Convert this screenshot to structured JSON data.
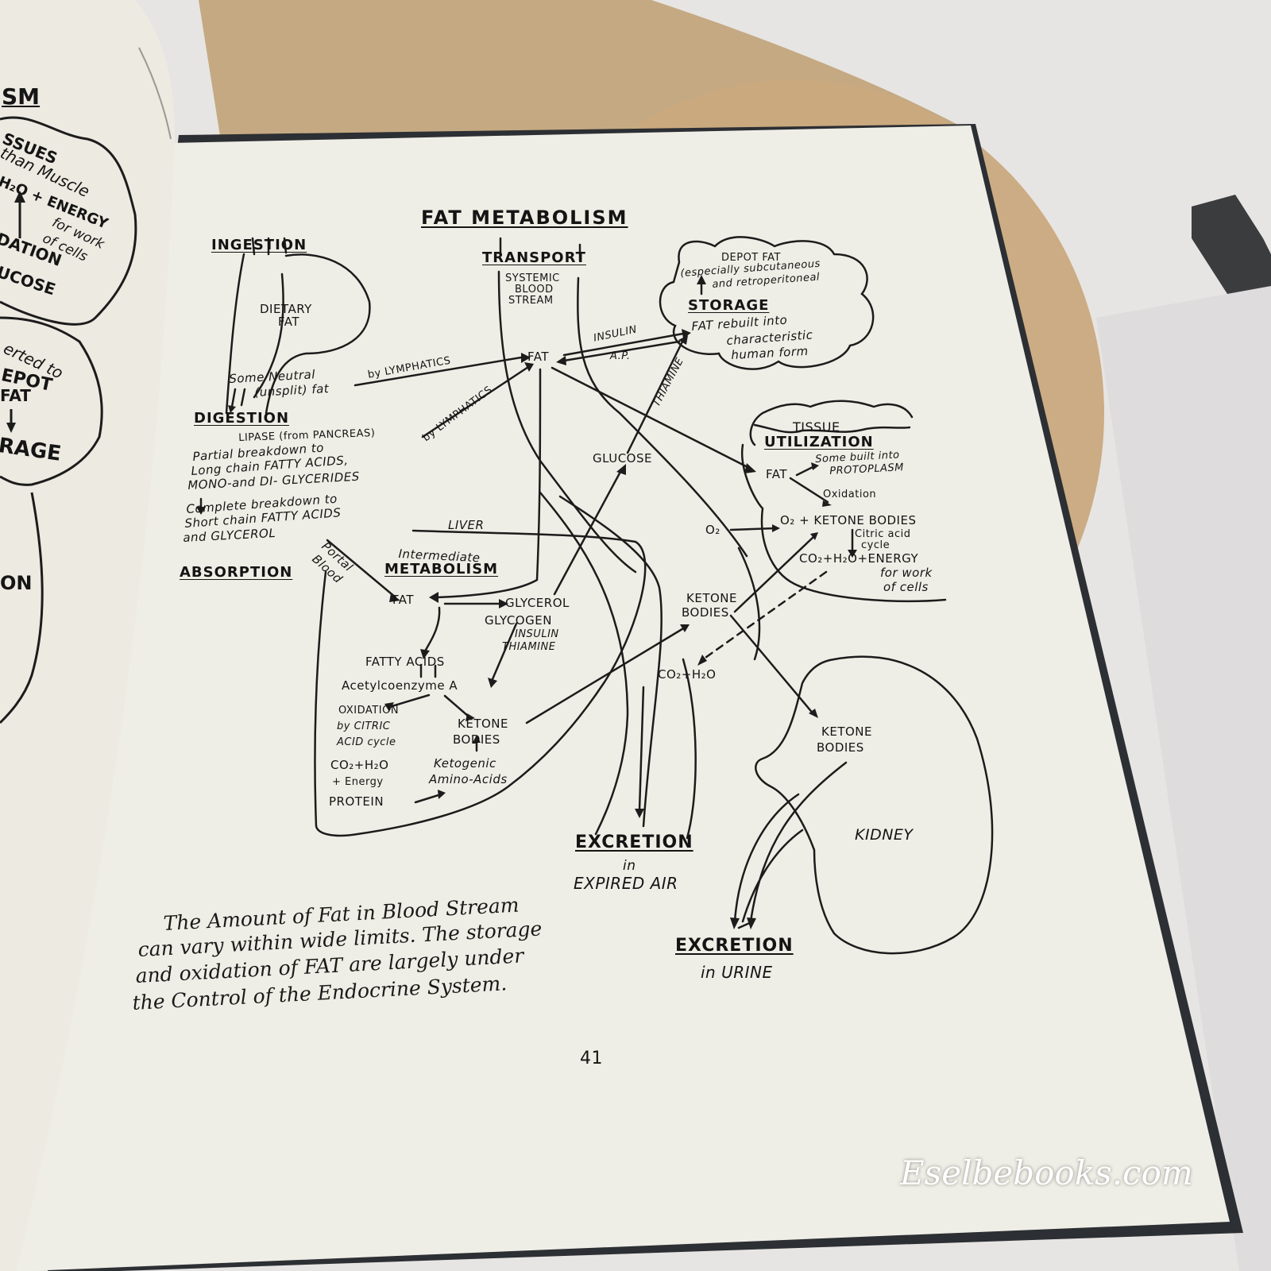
{
  "page": {
    "title": "FAT METABOLISM",
    "page_number": "41",
    "caption_lines": [
      "The Amount of Fat in Blood Stream",
      "can vary within wide limits. The storage",
      "and oxidation of FAT are largely under",
      "the Control of the Endocrine System."
    ]
  },
  "labels": {
    "ingestion": "INGESTION",
    "dietary_fat": [
      "DIETARY",
      "FAT"
    ],
    "some_neutral": [
      "Some Neutral",
      "(unsplit) fat"
    ],
    "digestion": "DIGESTION",
    "lipase": "LIPASE (from PANCREAS)",
    "partial": [
      "Partial breakdown to",
      "Long chain  FATTY ACIDS,",
      "MONO-and DI- GLYCERIDES"
    ],
    "complete": [
      "Complete breakdown to",
      "Short chain FATTY ACIDS",
      "and GLYCEROL"
    ],
    "absorption": "ABSORPTION",
    "portal_blood": [
      "Portal",
      "Blood"
    ],
    "by_lymphatics_1": "by LYMPHATICS",
    "by_lymphatics_2": "by LYMPHATICS",
    "transport": "TRANSPORT",
    "systemic": [
      "SYSTEMIC",
      "BLOOD",
      "STREAM"
    ],
    "fat_transport": "FAT",
    "insulin": "INSULIN",
    "ap": "A.P.",
    "thiamine": "THIAMINE",
    "depot_fat": "DEPOT FAT",
    "depot_note": [
      "(especially subcutaneous",
      "and retroperitoneal"
    ],
    "storage": "STORAGE",
    "fat_rebuilt": [
      "FAT rebuilt into",
      "characteristic",
      "human form"
    ],
    "glucose": "GLUCOSE",
    "tissue": "TISSUE",
    "utilization": "UTILIZATION",
    "fat_tissue": "FAT",
    "protoplasm": [
      "Some built into",
      "PROTOPLASM"
    ],
    "oxidation": "Oxidation",
    "o2_left": "O₂",
    "o2_ketone": "O₂ + KETONE BODIES",
    "citric": [
      "Citric acid",
      "cycle"
    ],
    "co2_energy": "CO₂+H₂O+ENERGY",
    "work_cells": [
      "for work",
      "of cells"
    ],
    "liver": "LIVER",
    "intermediate": "Intermediate",
    "metabolism": "METABOLISM",
    "fat_liver": "FAT",
    "glycerol": "GLYCEROL",
    "glycogen": "GLYCOGEN",
    "insulin_thiamine": [
      "INSULIN",
      "THIAMINE"
    ],
    "fatty_acids": "FATTY ACIDS",
    "acetyl": "Acetylcoenzyme A",
    "oxidation_citric": [
      "OXIDATION",
      "by CITRIC",
      "ACID cycle"
    ],
    "ketone_liver": [
      "KETONE",
      "BODIES"
    ],
    "co2_h2o_energy": [
      "CO₂+H₂O",
      "+ Energy"
    ],
    "ketogenic": [
      "Ketogenic",
      "Amino-Acids"
    ],
    "protein": "PROTEIN",
    "ketone_blood": [
      "KETONE",
      "BODIES"
    ],
    "co2_h2o": "CO₂+H₂O",
    "excretion_air": "EXCRETION",
    "in_text": "in",
    "expired_air": "EXPIRED AIR",
    "ketone_kidney": [
      "KETONE",
      "BODIES"
    ],
    "kidney": "KIDNEY",
    "excretion_urine": "EXCRETION",
    "in_urine": "in URINE"
  },
  "left_page_fragments": {
    "sm": "SM",
    "ssues": "SSUES",
    "than_muscle": "than Muscle",
    "h2o_energy": "H₂O + ENERGY",
    "for_work": "for work",
    "of_cells": "of cells",
    "dation": "DATION",
    "ucose": "UCOSE",
    "erted_to": "erted to",
    "epot": "EPOT",
    "fat": "FAT",
    "rage": "RAGE",
    "on": "ON"
  },
  "watermark": "Eselbebooks.com"
}
